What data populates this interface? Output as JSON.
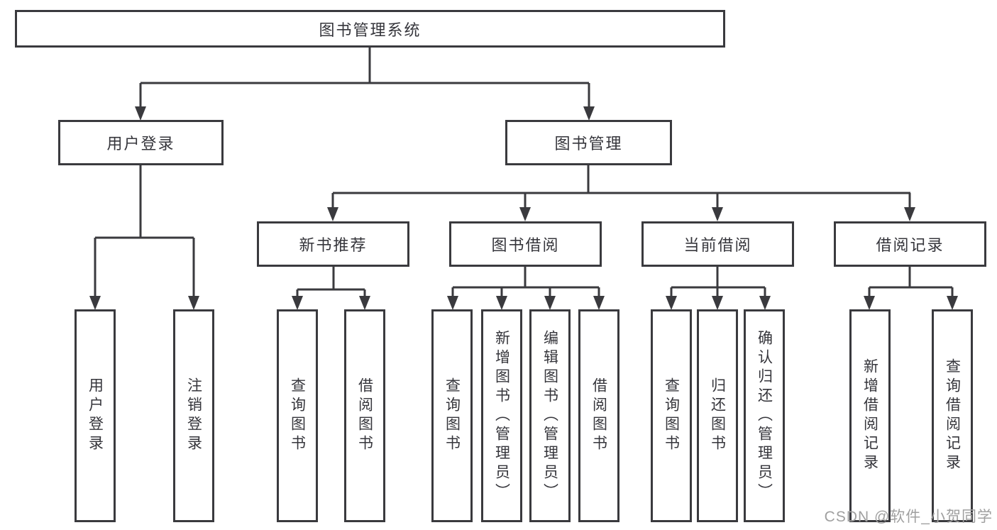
{
  "colors": {
    "line": "#3a3a3e",
    "text": "#35353b",
    "watermark": "#a0a0a0",
    "background": "#ffffff"
  },
  "watermark": "CSDN @软件_小贺同学",
  "diagram": {
    "type": "hierarchy-tree",
    "root": {
      "label": "图书管理系统",
      "children": [
        {
          "label": "用户登录",
          "children": [
            {
              "label": "用户登录"
            },
            {
              "label": "注销登录"
            }
          ]
        },
        {
          "label": "图书管理",
          "children": [
            {
              "label": "新书推荐",
              "children": [
                {
                  "label": "查询图书"
                },
                {
                  "label": "借阅图书"
                }
              ]
            },
            {
              "label": "图书借阅",
              "children": [
                {
                  "label": "查询图书"
                },
                {
                  "label": "新增图书（管理员）"
                },
                {
                  "label": "编辑图书（管理员）"
                },
                {
                  "label": "借阅图书"
                }
              ]
            },
            {
              "label": "当前借阅",
              "children": [
                {
                  "label": "查询图书"
                },
                {
                  "label": "归还图书"
                },
                {
                  "label": "确认归还（管理员）"
                }
              ]
            },
            {
              "label": "借阅记录",
              "children": [
                {
                  "label": "新增借阅记录"
                },
                {
                  "label": "查询借阅记录"
                }
              ]
            }
          ]
        }
      ]
    }
  }
}
